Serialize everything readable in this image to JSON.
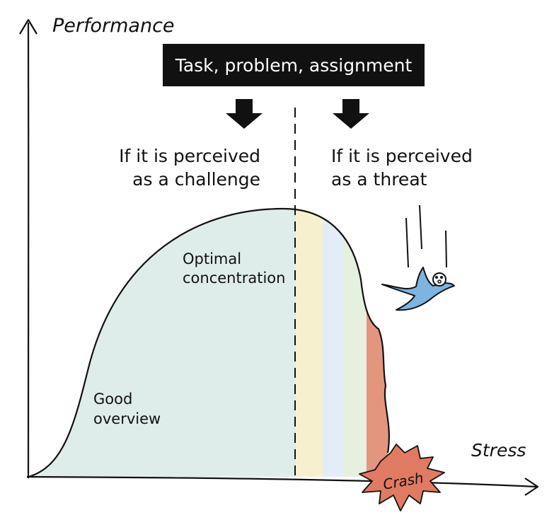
{
  "axes": {
    "y_label": "Performance",
    "x_label": "Stress"
  },
  "header": {
    "title": "Task, problem, assignment"
  },
  "branches": {
    "challenge": {
      "line1": "If it is perceived",
      "line2": "as a challenge"
    },
    "threat": {
      "line1": "If it is perceived",
      "line2": "as a threat"
    }
  },
  "zones": {
    "optimal": {
      "line1": "Optimal",
      "line2": "concentration"
    },
    "good": {
      "line1": "Good",
      "line2": "overview"
    }
  },
  "crash": {
    "label": "Crash"
  },
  "colors": {
    "curve_fill": "#dfedea",
    "band_yellow": "#f7f0cf",
    "band_blue": "#e2edf7",
    "band_green": "#e6f0df",
    "band_red": "#e4957e",
    "crash_fill": "#e07a63",
    "figure_fill": "#7fb3e0",
    "box_fill": "#111111",
    "box_text": "#ffffff"
  },
  "icons": {
    "arrow": "down-arrow-icon",
    "figure": "falling-person-icon",
    "crash": "crash-burst-icon"
  }
}
